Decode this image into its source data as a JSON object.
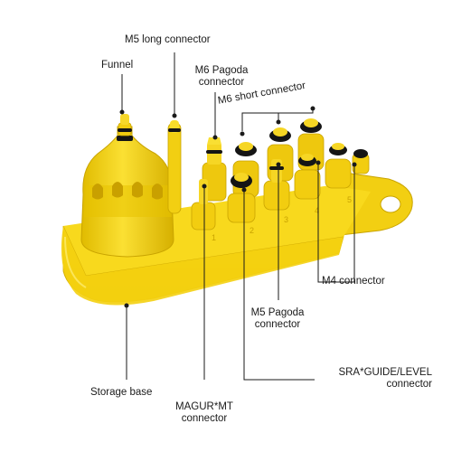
{
  "colors": {
    "body": "#f7d417",
    "shade": "#d9b300",
    "dark": "#b38f00",
    "highlight": "#fff27a",
    "ring": "#151515",
    "leader": "#1a1a1a"
  },
  "labels": {
    "m5_long": "M5 long connector",
    "funnel": "Funnel",
    "m6_pagoda": [
      "M6 Pagoda",
      "connector"
    ],
    "m6_short": "M6 short connector",
    "m4": "M4 connector",
    "m5_pagoda": [
      "M5 Pagoda",
      "connector"
    ],
    "sram": [
      "SRA*GUIDE/LEVEL",
      "connector"
    ],
    "storage": "Storage base",
    "magura": [
      "MAGUR*MT",
      "connector"
    ]
  },
  "base_numbers": [
    "1",
    "2",
    "3",
    "4",
    "5"
  ]
}
